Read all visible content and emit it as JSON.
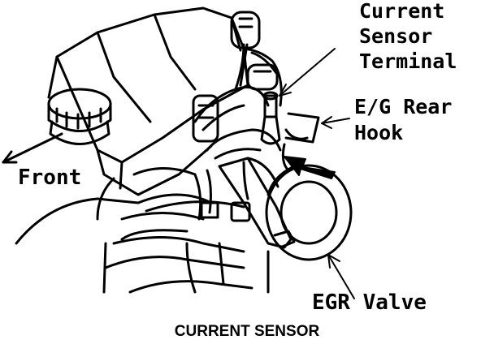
{
  "labels": {
    "current_sensor_terminal": [
      "Current",
      "Sensor",
      "Terminal"
    ],
    "eg_rear_hook": [
      "E/G Rear",
      "Hook"
    ],
    "front": "Front",
    "egr_valve": "EGR Valve"
  },
  "caption": "CURRENT SENSOR",
  "colors": {
    "ink": "#000000",
    "paper": "#ffffff"
  }
}
